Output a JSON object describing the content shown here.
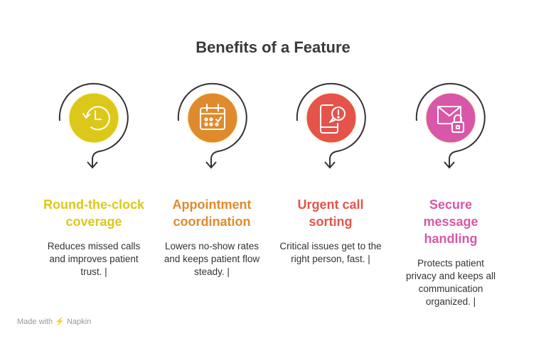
{
  "title": "Benefits of a Feature",
  "items": [
    {
      "title": "Round-the-clock coverage",
      "desc": "Reduces missed calls and improves patient trust. |",
      "color": "#DCC81A",
      "icon": "history-clock-icon"
    },
    {
      "title": "Appointment coordination",
      "desc": "Lowers no-show rates and keeps patient flow steady. |",
      "color": "#E08A2E",
      "icon": "calendar-icon"
    },
    {
      "title": "Urgent call sorting",
      "desc": "Critical issues get to the right person, fast. |",
      "color": "#E5534B",
      "icon": "phone-alert-icon"
    },
    {
      "title": "Secure message handling",
      "desc": "Protects patient privacy and keeps all communication organized. |",
      "color": "#D957A8",
      "icon": "mail-lock-icon"
    }
  ],
  "footer": "Made with  ⚡ Napkin"
}
